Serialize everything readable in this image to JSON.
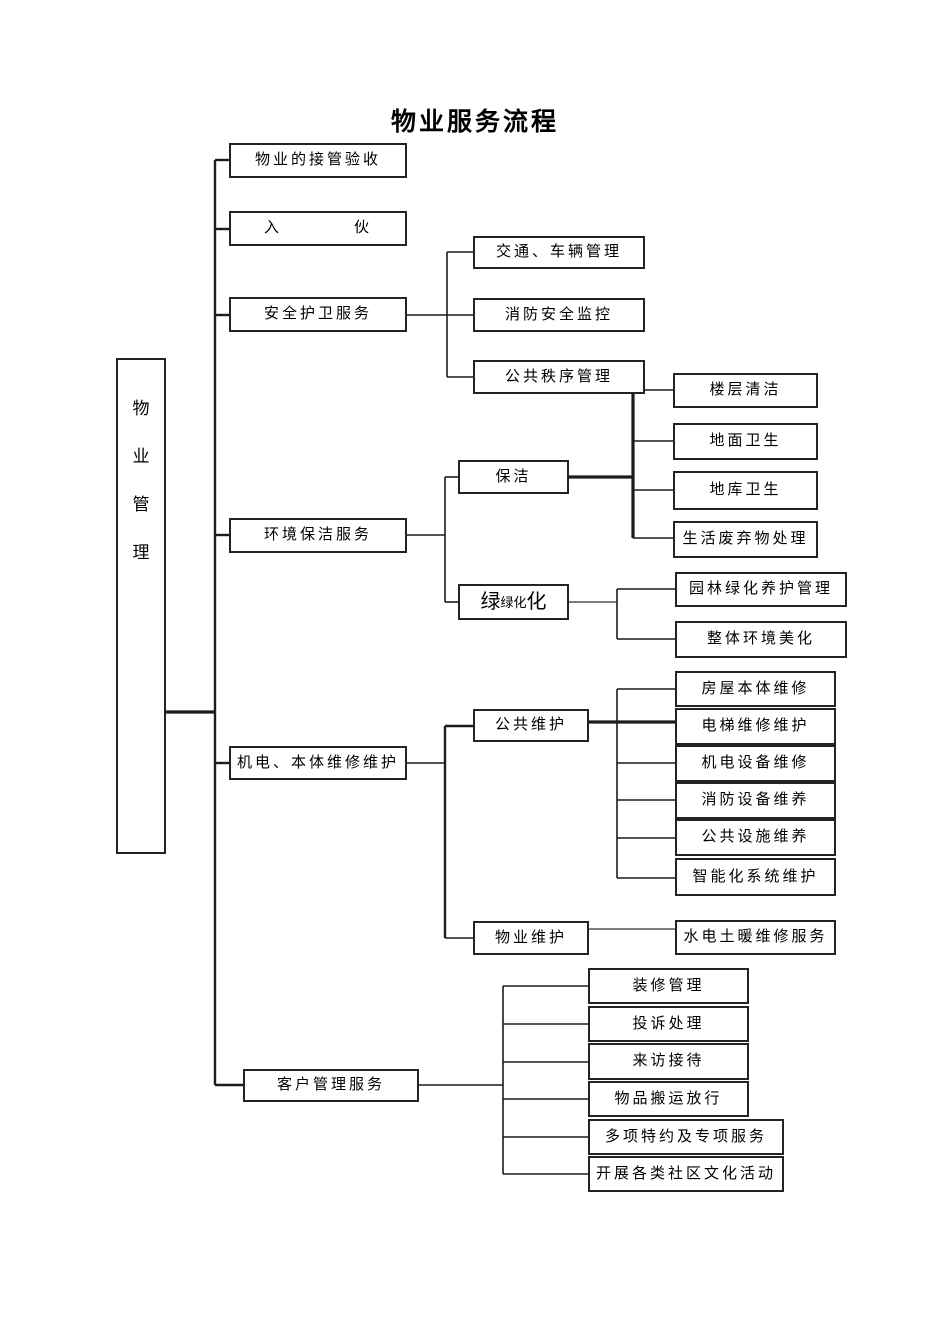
{
  "title": "物业服务流程",
  "root": {
    "label": "物业管理",
    "chars": [
      "物",
      "业",
      "管",
      "理"
    ]
  },
  "l1": {
    "receive": "物业的接管验收",
    "move_in": "入　　　　伙",
    "security": "安全护卫服务",
    "environment": "环境保洁服务",
    "mechanical": "机电、本体维修维护",
    "customer": "客户管理服务"
  },
  "security_children": {
    "traffic": "交通、车辆管理",
    "fire_monitor": "消防安全监控",
    "public_order": "公共秩序管理"
  },
  "environment_children": {
    "cleaning": "保洁",
    "greening": {
      "large1": "绿",
      "small": "绿化",
      "large2": "化"
    }
  },
  "cleaning_children": {
    "floor_cleaning": "楼层清洁",
    "ground_hygiene": "地面卫生",
    "basement_hygiene": "地库卫生",
    "waste_disposal": "生活废弃物处理"
  },
  "greening_children": {
    "garden_care": "园林绿化养护管理",
    "beautify": "整体环境美化"
  },
  "mechanical_children": {
    "public_maintenance": "公共维护",
    "property_maintenance": "物业维护"
  },
  "public_maintenance_children": {
    "house_repair": "房屋本体维修",
    "elevator": "电梯维修维护",
    "mech_equipment": "机电设备维修",
    "fire_equipment": "消防设备维养",
    "public_facilities": "公共设施维养",
    "smart_system": "智能化系统维护"
  },
  "property_maintenance_children": {
    "plumbing": "水电土暖维修服务"
  },
  "customer_children": {
    "decoration": "装修管理",
    "complaint": "投诉处理",
    "visitor": "来访接待",
    "goods_pass": "物品搬运放行",
    "special_services": "多项特约及专项服务",
    "community_activities": "开展各类社区文化活动"
  },
  "colors": {
    "line": "#1c1c1c",
    "line_gray": "#7d7d7d",
    "text": "#000000",
    "background": "#ffffff"
  }
}
